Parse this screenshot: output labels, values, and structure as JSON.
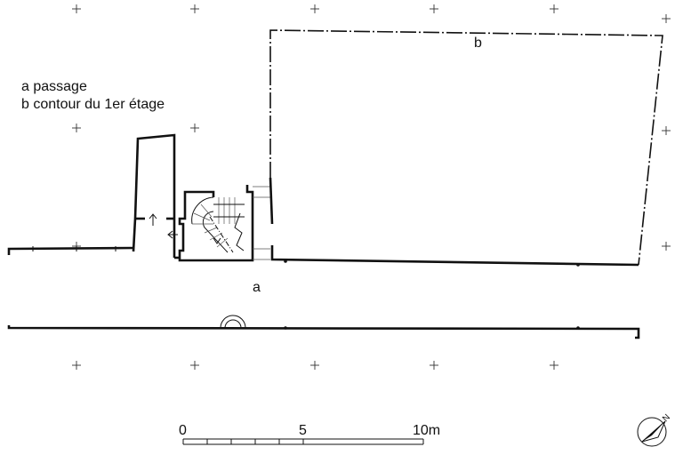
{
  "legend": {
    "a": "a  passage",
    "b": "b  contour du 1er étage"
  },
  "labels": {
    "a": "a",
    "b": "b"
  },
  "scale_bar": {
    "tick_0": "0",
    "tick_5": "5",
    "tick_10": "10m"
  },
  "north_arrow": {
    "letter": "N"
  }
}
